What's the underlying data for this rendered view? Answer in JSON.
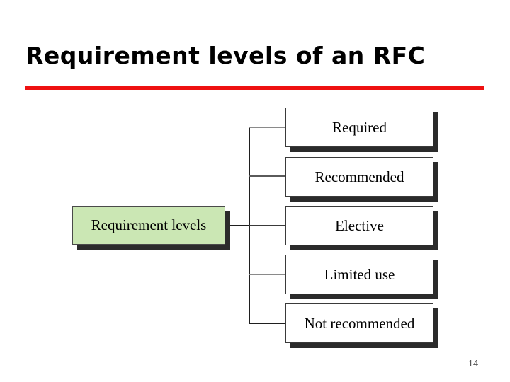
{
  "slide": {
    "title": "Requirement levels of an RFC",
    "page_number": "14",
    "accent_color": "#ee1111",
    "background_color": "#ffffff"
  },
  "diagram": {
    "type": "tree",
    "orientation": "left-to-right",
    "root": {
      "label": "Requirement levels",
      "fill_color": "#cbe7b4",
      "border_color": "#4a4a4a",
      "shadow_color": "#2b2b2b"
    },
    "children": [
      {
        "label": "Required"
      },
      {
        "label": "Recommended"
      },
      {
        "label": "Elective"
      },
      {
        "label": "Limited use"
      },
      {
        "label": "Not recommended"
      }
    ],
    "child_style": {
      "fill_color": "#ffffff",
      "border_color": "#3a3a3a",
      "shadow_color": "#2b2b2b"
    },
    "connector_color": "#8a8a8a",
    "trunk_color": "#1f1f1f"
  }
}
